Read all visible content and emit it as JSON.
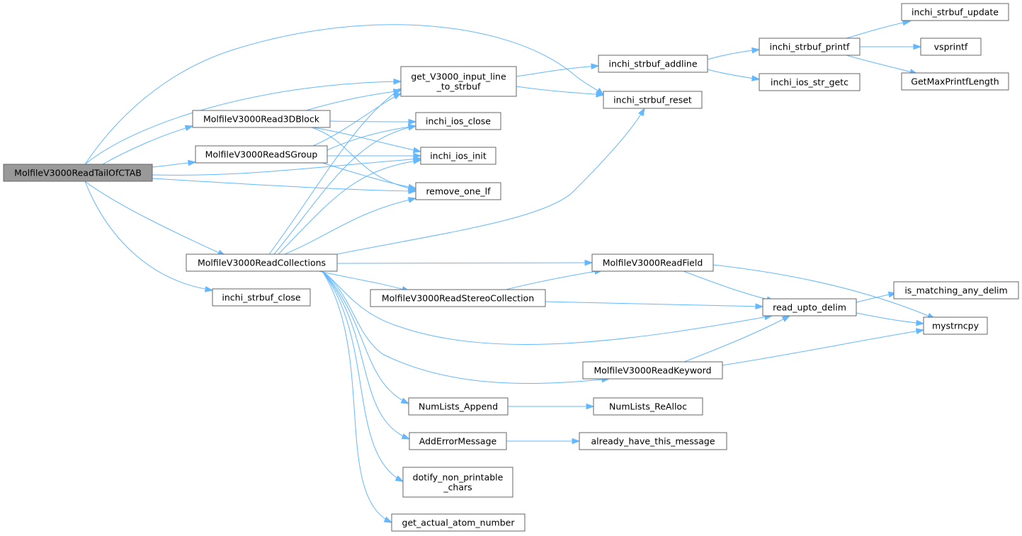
{
  "diagram": {
    "type": "call-graph",
    "colors": {
      "edge": "#63b8ff",
      "node_border": "#666666",
      "root_fill": "#999999",
      "node_fill": "#ffffff"
    },
    "nodes": [
      {
        "id": "root",
        "lines": [
          "MolfileV3000ReadTailOfCTAB"
        ],
        "root": true
      },
      {
        "id": "r3d",
        "lines": [
          "MolfileV3000Read3DBlock"
        ]
      },
      {
        "id": "rsg",
        "lines": [
          "MolfileV3000ReadSGroup"
        ]
      },
      {
        "id": "rcol",
        "lines": [
          "MolfileV3000ReadCollections"
        ]
      },
      {
        "id": "sclose",
        "lines": [
          "inchi_strbuf_close"
        ]
      },
      {
        "id": "getv",
        "lines": [
          "get_V3000_input_line",
          "_to_strbuf"
        ]
      },
      {
        "id": "iclose",
        "lines": [
          "inchi_ios_close"
        ]
      },
      {
        "id": "iinit",
        "lines": [
          "inchi_ios_init"
        ]
      },
      {
        "id": "rmlf",
        "lines": [
          "remove_one_lf"
        ]
      },
      {
        "id": "stereo",
        "lines": [
          "MolfileV3000ReadStereoCollection"
        ]
      },
      {
        "id": "numapp",
        "lines": [
          "NumLists_Append"
        ]
      },
      {
        "id": "adderr",
        "lines": [
          "AddErrorMessage"
        ]
      },
      {
        "id": "dotify",
        "lines": [
          "dotify_non_printable",
          "_chars"
        ]
      },
      {
        "id": "getatom",
        "lines": [
          "get_actual_atom_number"
        ]
      },
      {
        "id": "addline",
        "lines": [
          "inchi_strbuf_addline"
        ]
      },
      {
        "id": "reset",
        "lines": [
          "inchi_strbuf_reset"
        ]
      },
      {
        "id": "rfield",
        "lines": [
          "MolfileV3000ReadField"
        ]
      },
      {
        "id": "rkey",
        "lines": [
          "MolfileV3000ReadKeyword"
        ]
      },
      {
        "id": "realloc",
        "lines": [
          "NumLists_ReAlloc"
        ]
      },
      {
        "id": "already",
        "lines": [
          "already_have_this_message"
        ]
      },
      {
        "id": "printf",
        "lines": [
          "inchi_strbuf_printf"
        ]
      },
      {
        "id": "getc",
        "lines": [
          "inchi_ios_str_getc"
        ]
      },
      {
        "id": "readupto",
        "lines": [
          "read_upto_delim"
        ]
      },
      {
        "id": "update",
        "lines": [
          "inchi_strbuf_update"
        ]
      },
      {
        "id": "vsprintf",
        "lines": [
          "vsprintf"
        ]
      },
      {
        "id": "getmax",
        "lines": [
          "GetMaxPrintfLength"
        ]
      },
      {
        "id": "ismatch",
        "lines": [
          "is_matching_any_delim"
        ]
      },
      {
        "id": "mystrncpy",
        "lines": [
          "mystrncpy"
        ]
      }
    ],
    "edges": [
      [
        "root",
        "getv"
      ],
      [
        "root",
        "reset"
      ],
      [
        "root",
        "r3d"
      ],
      [
        "root",
        "rsg"
      ],
      [
        "root",
        "iinit"
      ],
      [
        "root",
        "rmlf"
      ],
      [
        "root",
        "rcol"
      ],
      [
        "root",
        "sclose"
      ],
      [
        "r3d",
        "getv"
      ],
      [
        "r3d",
        "iclose"
      ],
      [
        "r3d",
        "iinit"
      ],
      [
        "r3d",
        "rmlf"
      ],
      [
        "rsg",
        "getv"
      ],
      [
        "rsg",
        "iclose"
      ],
      [
        "rsg",
        "iinit"
      ],
      [
        "rsg",
        "rmlf"
      ],
      [
        "rcol",
        "getv"
      ],
      [
        "rcol",
        "iclose"
      ],
      [
        "rcol",
        "iinit"
      ],
      [
        "rcol",
        "rmlf"
      ],
      [
        "rcol",
        "reset"
      ],
      [
        "rcol",
        "rfield"
      ],
      [
        "rcol",
        "stereo"
      ],
      [
        "rcol",
        "readupto"
      ],
      [
        "rcol",
        "rkey"
      ],
      [
        "rcol",
        "numapp"
      ],
      [
        "rcol",
        "adderr"
      ],
      [
        "rcol",
        "dotify"
      ],
      [
        "rcol",
        "getatom"
      ],
      [
        "getv",
        "addline"
      ],
      [
        "getv",
        "reset"
      ],
      [
        "addline",
        "printf"
      ],
      [
        "addline",
        "getc"
      ],
      [
        "printf",
        "update"
      ],
      [
        "printf",
        "vsprintf"
      ],
      [
        "printf",
        "getmax"
      ],
      [
        "stereo",
        "rfield"
      ],
      [
        "stereo",
        "readupto"
      ],
      [
        "rfield",
        "readupto"
      ],
      [
        "rfield",
        "mystrncpy"
      ],
      [
        "rkey",
        "readupto"
      ],
      [
        "rkey",
        "mystrncpy"
      ],
      [
        "readupto",
        "ismatch"
      ],
      [
        "readupto",
        "mystrncpy"
      ],
      [
        "numapp",
        "realloc"
      ],
      [
        "adderr",
        "already"
      ]
    ]
  }
}
